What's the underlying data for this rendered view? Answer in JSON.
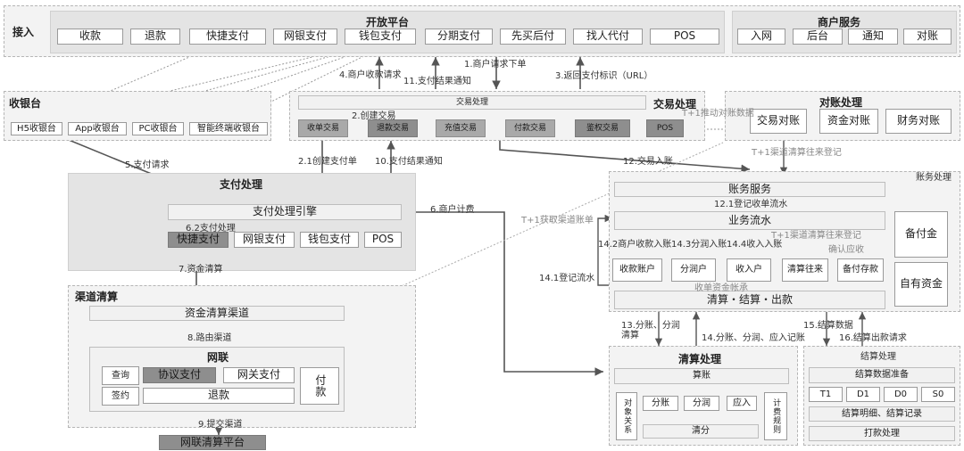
{
  "access": {
    "label": "接入",
    "open_platform": {
      "title": "开放平台",
      "items": [
        "收款",
        "退款",
        "快捷支付",
        "网银支付",
        "钱包支付",
        "分期支付",
        "先买后付",
        "找人代付",
        "POS"
      ]
    },
    "merchant": {
      "title": "商户服务",
      "items": [
        "入网",
        "后台",
        "通知",
        "对账"
      ]
    }
  },
  "cashier": {
    "title": "收银台",
    "items": [
      "H5收银台",
      "App收银台",
      "PC收银台",
      "智能终端收银台"
    ]
  },
  "transaction": {
    "title": "交易处理",
    "bar": "交易处理",
    "items": [
      "收单交易",
      "退款交易",
      "充值交易",
      "付款交易",
      "鉴权交易",
      "POS"
    ]
  },
  "reconcile": {
    "title": "对账处理",
    "items": [
      "交易对账",
      "资金对账",
      "财务对账"
    ]
  },
  "payment": {
    "title": "支付处理",
    "engine": "支付处理引擎",
    "items": [
      "快捷支付",
      "网银支付",
      "钱包支付",
      "POS"
    ]
  },
  "channel": {
    "title": "渠道清算",
    "bar": "资金清算渠道",
    "netunion": "网联",
    "query": "查询",
    "sign": "签约",
    "protocol": "协议支付",
    "gateway": "网关支付",
    "refund": "退款",
    "pay": "付款",
    "platform": "网联清算平台"
  },
  "accounting": {
    "title": "账务处理",
    "service": "账务服务",
    "flow": "业务流水",
    "accounts": [
      "收款账户",
      "分润户",
      "收入户",
      "清算往来",
      "备付存款"
    ],
    "settle_bar": "清算・结算・出款",
    "reserve": "备付金",
    "own_funds": "自有资金"
  },
  "clearing": {
    "title": "清算处理",
    "ledger": "算账",
    "counterparty": "对象关系",
    "split": "分账",
    "profit": "分润",
    "receivable": "应入",
    "fee_rule": "计费规则",
    "clear": "清分"
  },
  "settlement": {
    "title": "结算处理",
    "prepare": "结算数据准备",
    "cycles": [
      "T1",
      "D1",
      "D0",
      "S0"
    ],
    "detail": "结算明细、结算记录",
    "payout": "打款处理"
  },
  "flows": {
    "f1": "1.商户请求下单",
    "f2": "2.创建交易",
    "f21": "2.1创建支付单",
    "f3": "3.返回支付标识（URL）",
    "f4": "4.商户收款请求",
    "f5": "5.支付请求",
    "f6": "6.商户计费",
    "f62": "6.2支付处理",
    "f7": "7.资金清算",
    "f8": "8.路由渠道",
    "f9": "9.提交渠道",
    "f10": "10.支付结果通知",
    "f11": "11.支付结果通知",
    "f12": "12.交易入账",
    "f121": "12.1登记收单流水",
    "f13": "13.分账、分润清算",
    "f14": "14.分账、分润、应入记账",
    "f141": "14.1登记流水",
    "f142": "14.2商户收款入账",
    "f143": "14.3分润入账",
    "f144": "14.4收入入账",
    "f15": "15.结算数据",
    "f16": "16.结算出款请求",
    "t1_push": "T+1推动对账数据",
    "t1_channel": "T+1渠道清算往来登记",
    "t1_channel2": "T+1渠道清算往来登记",
    "t1_fetch": "T+1获取渠道账单",
    "confirm": "确认应收",
    "receipt": "收单资金帐承"
  }
}
